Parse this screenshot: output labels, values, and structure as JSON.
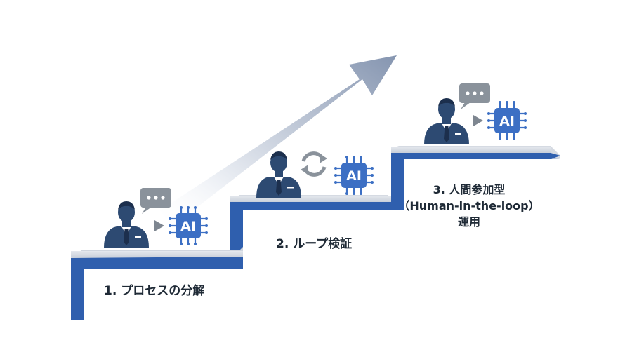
{
  "steps": [
    {
      "label": "1. プロセスの分解"
    },
    {
      "label": "2. ループ検証"
    },
    {
      "label_lines": [
        "3. 人間参加型",
        "（Human-in-the-loop）",
        "運用"
      ]
    }
  ],
  "ai_badge": "AI",
  "icons": {
    "person": "businessperson-icon",
    "speech": "speech-bubble-icon",
    "ai": "ai-chip-icon",
    "cycle": "sync-cycle-icon",
    "arrow": "growth-arrow-icon"
  },
  "colors": {
    "stair_blue": "#2f5fae",
    "stair_top": "#d7dce3",
    "person": "#2d4a72",
    "chip": "#3c6fc4",
    "bubble": "#8a929b"
  }
}
